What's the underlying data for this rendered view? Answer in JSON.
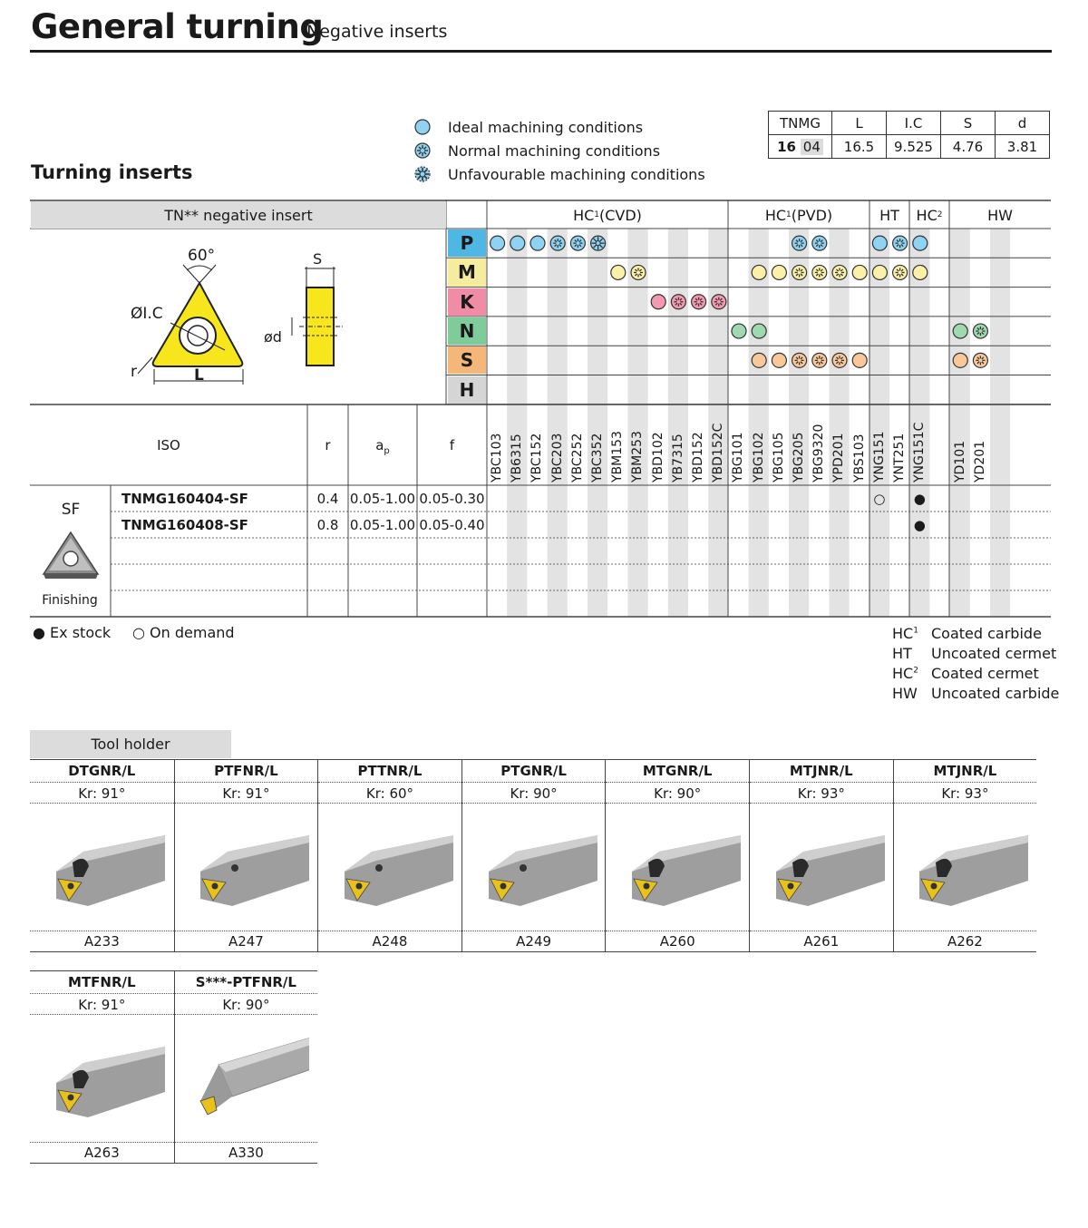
{
  "header": {
    "title": "General turning",
    "subtitle": "Negative inserts"
  },
  "section_title": "Turning inserts",
  "legend": [
    {
      "label": "Ideal machining conditions",
      "icon": "ideal-circle-icon"
    },
    {
      "label": "Normal machining conditions",
      "icon": "normal-circle-icon"
    },
    {
      "label": "Unfavourable machining conditions",
      "icon": "unfavourable-circle-icon"
    }
  ],
  "spec_table": {
    "headers": [
      "TNMG",
      "L",
      "I.C",
      "S",
      "d"
    ],
    "row": {
      "size_a": "16",
      "size_b": "04",
      "L": "16.5",
      "IC": "9.525",
      "S": "4.76",
      "d": "3.81"
    }
  },
  "grade_table": {
    "insert_title": "TN** negative insert",
    "groups": [
      {
        "label": "HC",
        "sup": "1",
        "suffix": " (CVD)"
      },
      {
        "label": "HC",
        "sup": "1",
        "suffix": " (PVD)"
      },
      {
        "label": "HT",
        "sup": "",
        "suffix": ""
      },
      {
        "label": "HC",
        "sup": "2",
        "suffix": ""
      },
      {
        "label": "HW",
        "sup": "",
        "suffix": ""
      }
    ],
    "materials": [
      {
        "code": "P",
        "color": "#4fb7e3"
      },
      {
        "code": "M",
        "color": "#f5ec9e"
      },
      {
        "code": "K",
        "color": "#f08ca6"
      },
      {
        "code": "N",
        "color": "#7fcc9a"
      },
      {
        "code": "S",
        "color": "#f5b67a"
      },
      {
        "code": "H",
        "color": "#d5d5d5"
      }
    ],
    "grades": [
      "YBC103",
      "YB6315",
      "YBC152",
      "YBC203",
      "YBC252",
      "YBC352",
      "YBM153",
      "YBM253",
      "YBD102",
      "YB7315",
      "YBD152",
      "YBD152C",
      "YBG101",
      "YBG102",
      "YBG105",
      "YBG205",
      "YBG9320",
      "YPD201",
      "YBS103",
      "YNG151",
      "YNT251",
      "YNG151C",
      "",
      "YD101",
      "YD201",
      "",
      ""
    ],
    "drawing_labels": {
      "angle": "60°",
      "ic": "ØI.C",
      "r": "r",
      "L": "L",
      "S": "S",
      "d": "ød"
    },
    "column_headers": {
      "iso": "ISO",
      "r": "r",
      "ap": "a",
      "ap_sub": "p",
      "f": "f"
    },
    "geometry": {
      "code": "SF",
      "application": "Finishing"
    },
    "rows": [
      {
        "iso": "TNMG160404-SF",
        "r": "0.4",
        "ap": "0.05-1.00",
        "f": "0.05-0.30"
      },
      {
        "iso": "TNMG160408-SF",
        "r": "0.8",
        "ap": "0.05-1.00",
        "f": "0.05-0.40"
      }
    ],
    "stock": [
      {
        "row": 0,
        "grade": "YNG151",
        "status": "○"
      },
      {
        "row": 0,
        "grade": "YNG151C",
        "status": "●"
      },
      {
        "row": 1,
        "grade": "YNG151C",
        "status": "●"
      }
    ]
  },
  "stock_legend": {
    "ex_stock": "● Ex stock",
    "on_demand": "○ On demand"
  },
  "abbreviations": [
    {
      "code": "HC",
      "sup": "1",
      "text": "Coated carbide"
    },
    {
      "code": "HT",
      "sup": "",
      "text": "Uncoated cermet"
    },
    {
      "code": "HC",
      "sup": "2",
      "text": "Coated cermet"
    },
    {
      "code": "HW",
      "sup": "",
      "text": "Uncoated carbide"
    }
  ],
  "tool_holder": {
    "title": "Tool holder",
    "items": [
      {
        "name": "DTGNR/L",
        "kr": "Kr: 91°",
        "ref": "A233"
      },
      {
        "name": "PTFNR/L",
        "kr": "Kr: 91°",
        "ref": "A247"
      },
      {
        "name": "PTTNR/L",
        "kr": "Kr: 60°",
        "ref": "A248"
      },
      {
        "name": "PTGNR/L",
        "kr": "Kr: 90°",
        "ref": "A249"
      },
      {
        "name": "MTGNR/L",
        "kr": "Kr: 90°",
        "ref": "A260"
      },
      {
        "name": "MTJNR/L",
        "kr": "Kr: 93°",
        "ref": "A261"
      },
      {
        "name": "MTJNR/L",
        "kr": "Kr: 93°",
        "ref": "A262"
      },
      {
        "name": "MTFNR/L",
        "kr": "Kr: 91°",
        "ref": "A263"
      },
      {
        "name": "S***-PTFNR/L",
        "kr": "Kr: 90°",
        "ref": "A330"
      }
    ]
  }
}
